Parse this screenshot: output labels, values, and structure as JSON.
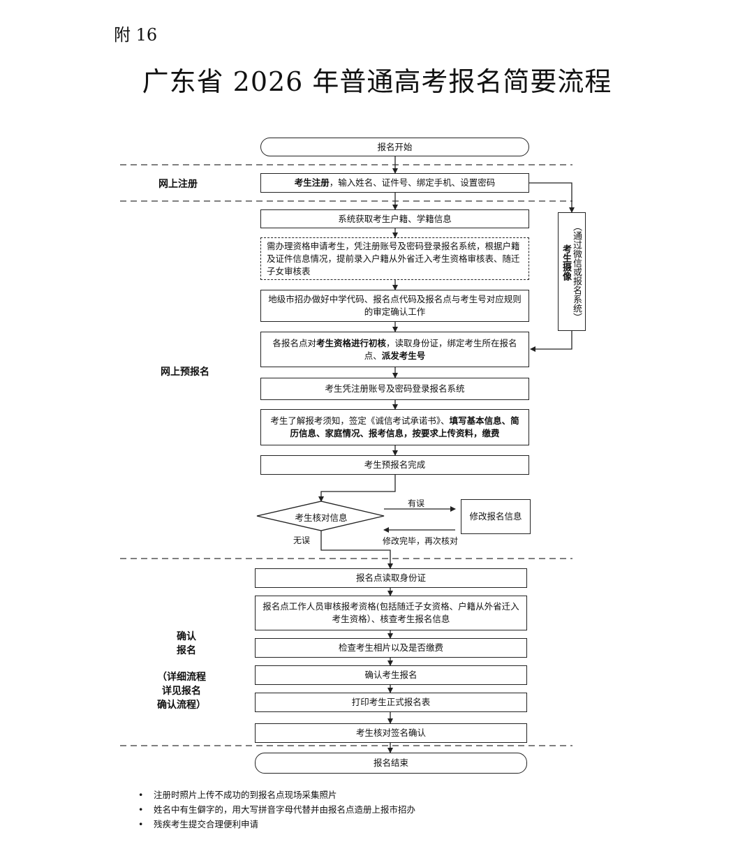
{
  "header": {
    "annex": "附 16"
  },
  "title": "广东省 2026 年普通高考报名简要流程",
  "sections": {
    "online_register": "网上注册",
    "online_pre": "网上预报名",
    "confirm_1": "确认",
    "confirm_2": "报名",
    "confirm_3": "（详细流程",
    "confirm_4": "详见报名",
    "confirm_5": "确认流程）"
  },
  "steps": {
    "start": "报名开始",
    "register_bold": "考生注册",
    "register_rest": "，输入姓名、证件号、绑定手机、设置密码",
    "fetch": "系统获取考生户籍、学籍信息",
    "qualify": "需办理资格申请考生，凭注册账号及密码登录报名系统，根据户籍及证件信息情况，提前录入户籍从外省迁入考生资格审核表、随迁子女审核表",
    "city": "地级市招办做好中学代码、报名点代码及报名点与考生号对应规则的审定确认工作",
    "check_a": "各报名点对",
    "check_b": "考生资格进行初核",
    "check_c": "，读取身份证，绑定考生所在报名点、",
    "check_d": "派发考生号",
    "login": "考生凭注册账号及密码登录报名系统",
    "fill_a": "考生了解报考须知，签定《诚信考试承诺书》、",
    "fill_b": "填写基本信息、简历信息、家庭情况、报考信息，按要求上传资料，缴费",
    "pre_done": "考生预报名完成",
    "verify": "考生核对信息",
    "modify": "修改报名信息",
    "read_id": "报名点读取身份证",
    "review": "报名点工作人员审核报考资格(包括随迁子女资格、户籍从外省迁入考生资格）、核查考生报名信息",
    "photo_check": "检查考生相片以及是否缴费",
    "confirm": "确认考生报名",
    "print": "打印考生正式报名表",
    "sign": "考生核对签名确认",
    "end": "报名结束"
  },
  "side": {
    "label": "考生摄像",
    "sub": "（通过微信或报名系统）"
  },
  "edge_labels": {
    "error": "有误",
    "no_error": "无误",
    "recheck": "修改完毕，再次核对"
  },
  "notes": [
    "注册时照片上传不成功的到报名点现场采集照片",
    "姓名中有生僻字的，用大写拼音字母代替并由报名点造册上报市招办",
    "残疾考生提交合理便利申请"
  ]
}
